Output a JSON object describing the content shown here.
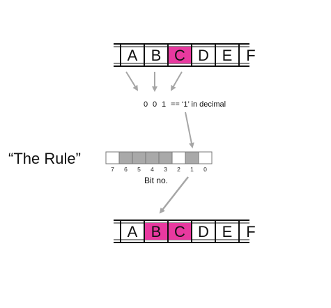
{
  "tape_top": {
    "cells": [
      {
        "label": "A",
        "highlighted": false
      },
      {
        "label": "B",
        "highlighted": false
      },
      {
        "label": "C",
        "highlighted": true
      },
      {
        "label": "D",
        "highlighted": false
      },
      {
        "label": "E",
        "highlighted": false
      },
      {
        "label": "F",
        "highlighted": false
      }
    ]
  },
  "neighborhood_bits": {
    "values": [
      "0",
      "0",
      "1"
    ],
    "equation": "== ‘1’ in decimal"
  },
  "rule": {
    "title": "“The Rule”",
    "bits_filled": [
      false,
      true,
      true,
      true,
      true,
      false,
      true,
      false
    ],
    "bit_labels": [
      "7",
      "6",
      "5",
      "4",
      "3",
      "2",
      "1",
      "0"
    ],
    "axis_label": "Bit no."
  },
  "tape_bottom": {
    "cells": [
      {
        "label": "A",
        "highlighted": false
      },
      {
        "label": "B",
        "highlighted": true
      },
      {
        "label": "C",
        "highlighted": true
      },
      {
        "label": "D",
        "highlighted": false
      },
      {
        "label": "E",
        "highlighted": false
      },
      {
        "label": "F",
        "highlighted": false
      }
    ]
  },
  "colors": {
    "highlight": "#e8399f",
    "bit_filled": "#a9a9a9",
    "arrow": "#a6a6a6",
    "border": "#111111"
  }
}
